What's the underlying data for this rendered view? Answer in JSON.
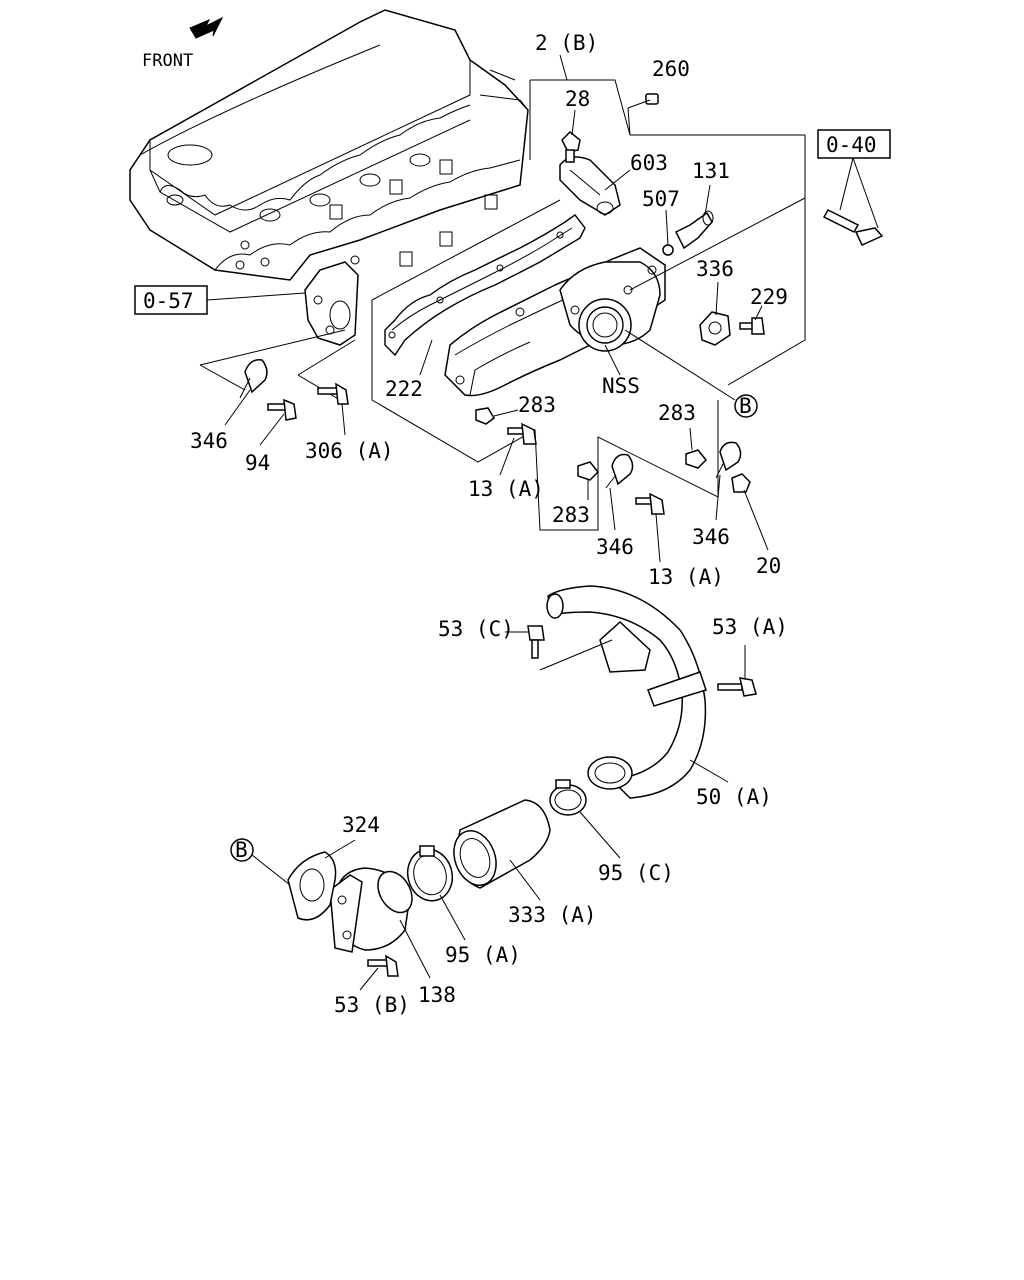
{
  "front_label": "FRONT",
  "ref_boxes": {
    "ref_0_40": "0-40",
    "ref_0_57": "0-57"
  },
  "circle_refs": {
    "b_upper": "B",
    "b_lower": "B"
  },
  "labels": {
    "p2b": "2 (B)",
    "p260": "260",
    "p28": "28",
    "p603": "603",
    "p131": "131",
    "p507": "507",
    "p336": "336",
    "p229": "229",
    "pNSS": "NSS",
    "p222": "222",
    "p283a": "283",
    "p283b": "283",
    "p283c": "283",
    "p346a": "346",
    "p346b": "346",
    "p346c": "346",
    "p94": "94",
    "p306a": "306 (A)",
    "p13a1": "13 (A)",
    "p13a2": "13 (A)",
    "p20": "20",
    "p53c": "53 (C)",
    "p53a": "53 (A)",
    "p50a": "50 (A)",
    "p324": "324",
    "p95c": "95 (C)",
    "p333a": "333 (A)",
    "p95a": "95 (A)",
    "p53b": "53 (B)",
    "p138": "138"
  }
}
